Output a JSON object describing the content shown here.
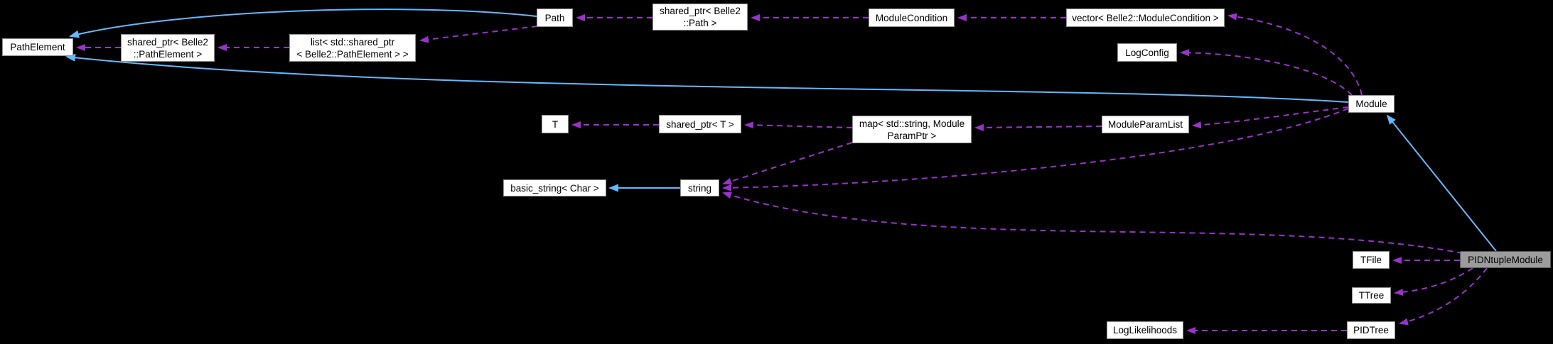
{
  "diagram_type": "doxygen-collaboration-graph",
  "colors": {
    "background": "#000000",
    "node_fill": "#ffffff",
    "node_border": "#8f8f8f",
    "node_text": "#000000",
    "highlight_node_fill": "#9c9c9c",
    "highlight_node_border": "#545454",
    "inheritance_edge": "#63b8ff",
    "usage_edge": "#9a32cd"
  },
  "graph": {
    "nodes": [
      {
        "id": "pathelement",
        "label": "PathElement",
        "highlighted": false
      },
      {
        "id": "sp-pathelement",
        "label": "shared_ptr< Belle2\n::PathElement >",
        "highlighted": false
      },
      {
        "id": "list-pathelement",
        "label": "list< std::shared_ptr\n< Belle2::PathElement > >",
        "highlighted": false
      },
      {
        "id": "path",
        "label": "Path",
        "highlighted": false
      },
      {
        "id": "sp-path",
        "label": "shared_ptr< Belle2\n::Path >",
        "highlighted": false
      },
      {
        "id": "modulecondition",
        "label": "ModuleCondition",
        "highlighted": false
      },
      {
        "id": "vector-modulecondition",
        "label": "vector< Belle2::ModuleCondition >",
        "highlighted": false
      },
      {
        "id": "logconfig",
        "label": "LogConfig",
        "highlighted": false
      },
      {
        "id": "module",
        "label": "Module",
        "highlighted": false
      },
      {
        "id": "t",
        "label": "T",
        "highlighted": false
      },
      {
        "id": "sp-t",
        "label": "shared_ptr< T >",
        "highlighted": false
      },
      {
        "id": "map-moduleparamptr",
        "label": "map< std::string, Module\nParamPtr >",
        "highlighted": false
      },
      {
        "id": "moduleparamlist",
        "label": "ModuleParamList",
        "highlighted": false
      },
      {
        "id": "basic-string",
        "label": "basic_string< Char >",
        "highlighted": false
      },
      {
        "id": "string",
        "label": "string",
        "highlighted": false
      },
      {
        "id": "tfile",
        "label": "TFile",
        "highlighted": false
      },
      {
        "id": "ttree",
        "label": "TTree",
        "highlighted": false
      },
      {
        "id": "loglikelihoods",
        "label": "LogLikelihoods",
        "highlighted": false
      },
      {
        "id": "pidtree",
        "label": "PIDTree",
        "highlighted": false
      },
      {
        "id": "pidntuplemodule",
        "label": "PIDNtupleModule",
        "highlighted": true
      }
    ],
    "edges": [
      {
        "from": "sp-pathelement",
        "to": "pathelement",
        "kind": "usage-dashed"
      },
      {
        "from": "list-pathelement",
        "to": "sp-pathelement",
        "kind": "usage-dashed"
      },
      {
        "from": "path",
        "to": "list-pathelement",
        "kind": "usage-dashed"
      },
      {
        "from": "sp-path",
        "to": "path",
        "kind": "usage-dashed"
      },
      {
        "from": "modulecondition",
        "to": "sp-path",
        "kind": "usage-dashed"
      },
      {
        "from": "vector-modulecondition",
        "to": "modulecondition",
        "kind": "usage-dashed"
      },
      {
        "from": "module",
        "to": "vector-modulecondition",
        "kind": "usage-dashed"
      },
      {
        "from": "module",
        "to": "logconfig",
        "kind": "usage-dashed"
      },
      {
        "from": "moduleparamlist",
        "to": "map-moduleparamptr",
        "kind": "usage-dashed"
      },
      {
        "from": "module",
        "to": "moduleparamlist",
        "kind": "usage-dashed"
      },
      {
        "from": "map-moduleparamptr",
        "to": "sp-t",
        "kind": "usage-dashed"
      },
      {
        "from": "sp-t",
        "to": "t",
        "kind": "usage-dashed"
      },
      {
        "from": "map-moduleparamptr",
        "to": "string",
        "kind": "usage-dashed"
      },
      {
        "from": "module",
        "to": "string",
        "kind": "usage-dashed"
      },
      {
        "from": "pidntuplemodule",
        "to": "string",
        "kind": "usage-dashed"
      },
      {
        "from": "pidntuplemodule",
        "to": "tfile",
        "kind": "usage-dashed"
      },
      {
        "from": "pidntuplemodule",
        "to": "ttree",
        "kind": "usage-dashed"
      },
      {
        "from": "pidntuplemodule",
        "to": "pidtree",
        "kind": "usage-dashed"
      },
      {
        "from": "pidtree",
        "to": "loglikelihoods",
        "kind": "usage-dashed"
      },
      {
        "from": "path",
        "to": "pathelement",
        "kind": "inheritance-solid"
      },
      {
        "from": "module",
        "to": "pathelement",
        "kind": "inheritance-solid"
      },
      {
        "from": "pidntuplemodule",
        "to": "module",
        "kind": "inheritance-solid"
      },
      {
        "from": "string",
        "to": "basic-string",
        "kind": "inheritance-solid"
      }
    ]
  }
}
